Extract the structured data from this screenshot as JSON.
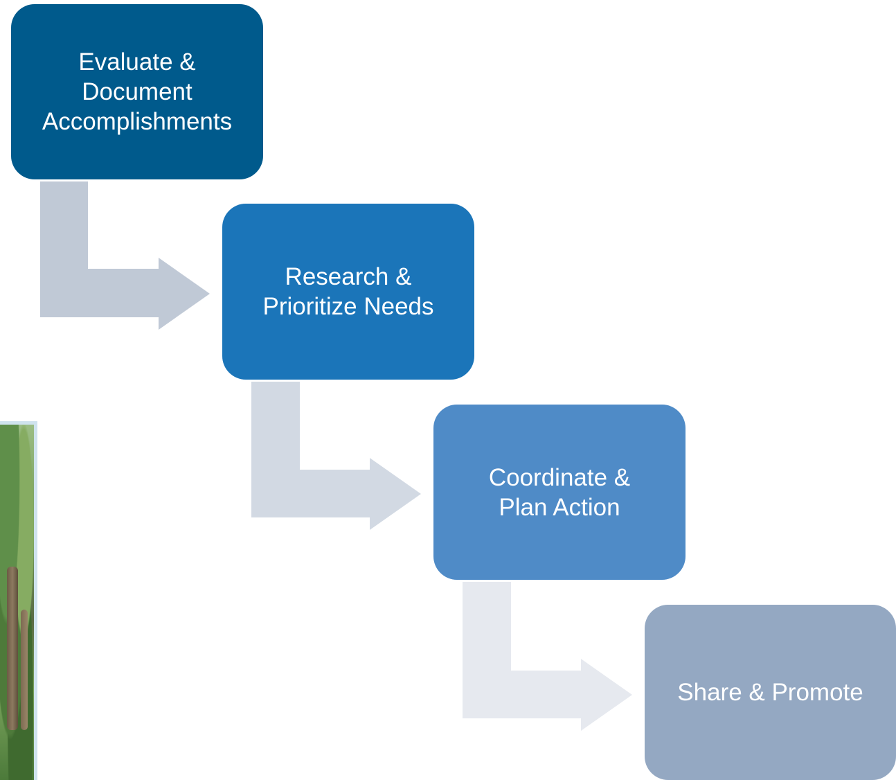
{
  "steps": [
    {
      "label": "Evaluate & Document Accomplishments",
      "color": "#005a8c"
    },
    {
      "label": "Research & Prioritize Needs",
      "color": "#1b75b9"
    },
    {
      "label": "Coordinate & Plan Action",
      "color": "#4f8bc7"
    },
    {
      "label": "Share & Promote",
      "color": "#94a8c2"
    }
  ],
  "arrows": [
    {
      "color": "#c0c9d6"
    },
    {
      "color": "#d2d9e3"
    },
    {
      "color": "#e6e9ef"
    }
  ]
}
